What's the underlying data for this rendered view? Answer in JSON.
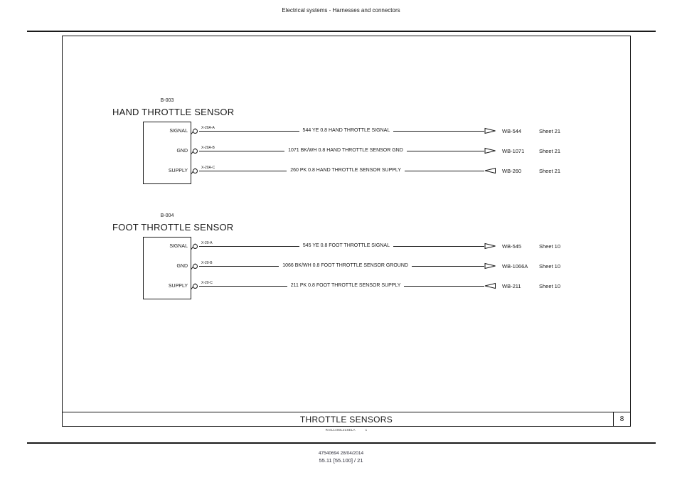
{
  "page": {
    "header": "Electrical systems - Harnesses and connectors",
    "sheet_title": "THROTTLE SENSORS",
    "sheet_number": "8",
    "sheet_footnote_code": "RAIL1400L21SELA",
    "sheet_footnote_page": "1",
    "footer_code": "47540694 28/04/2014",
    "footer_section": "55.11 [55.100] / 21"
  },
  "sensors": [
    {
      "id": "B-003",
      "title": "HAND THROTTLE SENSOR",
      "pins": [
        {
          "pin": "SIGNAL",
          "connector": "X-20A-A",
          "wire": "544 YE 0.8 HAND THROTTLE SIGNAL",
          "dest": "WB-544",
          "sheet": "Sheet 21",
          "direction": "right"
        },
        {
          "pin": "GND",
          "connector": "X-20A-B",
          "wire": "1071 BK/WH 0.8 HAND THROTTLE SENSOR GND",
          "dest": "WB-1071",
          "sheet": "Sheet 21",
          "direction": "right"
        },
        {
          "pin": "SUPPLY",
          "connector": "X-20A-C",
          "wire": "260 PK 0.8 HAND THROTTLE SENSOR SUPPLY",
          "dest": "WB-260",
          "sheet": "Sheet 21",
          "direction": "left"
        }
      ]
    },
    {
      "id": "B-004",
      "title": "FOOT THROTTLE SENSOR",
      "pins": [
        {
          "pin": "SIGNAL",
          "connector": "X-20-A",
          "wire": "545 YE 0.8 FOOT THROTTLE SIGNAL",
          "dest": "WB-545",
          "sheet": "Sheet 10",
          "direction": "right"
        },
        {
          "pin": "GND",
          "connector": "X-20-B",
          "wire": "1066 BK/WH 0.8 FOOT THROTTLE SENSOR GROUND",
          "dest": "WB-1066A",
          "sheet": "Sheet 10",
          "direction": "right"
        },
        {
          "pin": "SUPPLY",
          "connector": "X-20-C",
          "wire": "211 PK 0.8 FOOT THROTTLE SENSOR SUPPLY",
          "dest": "WB-211",
          "sheet": "Sheet 10",
          "direction": "left"
        }
      ]
    }
  ],
  "colors": {
    "line": "#1a1a1a",
    "paper": "#ffffff"
  }
}
